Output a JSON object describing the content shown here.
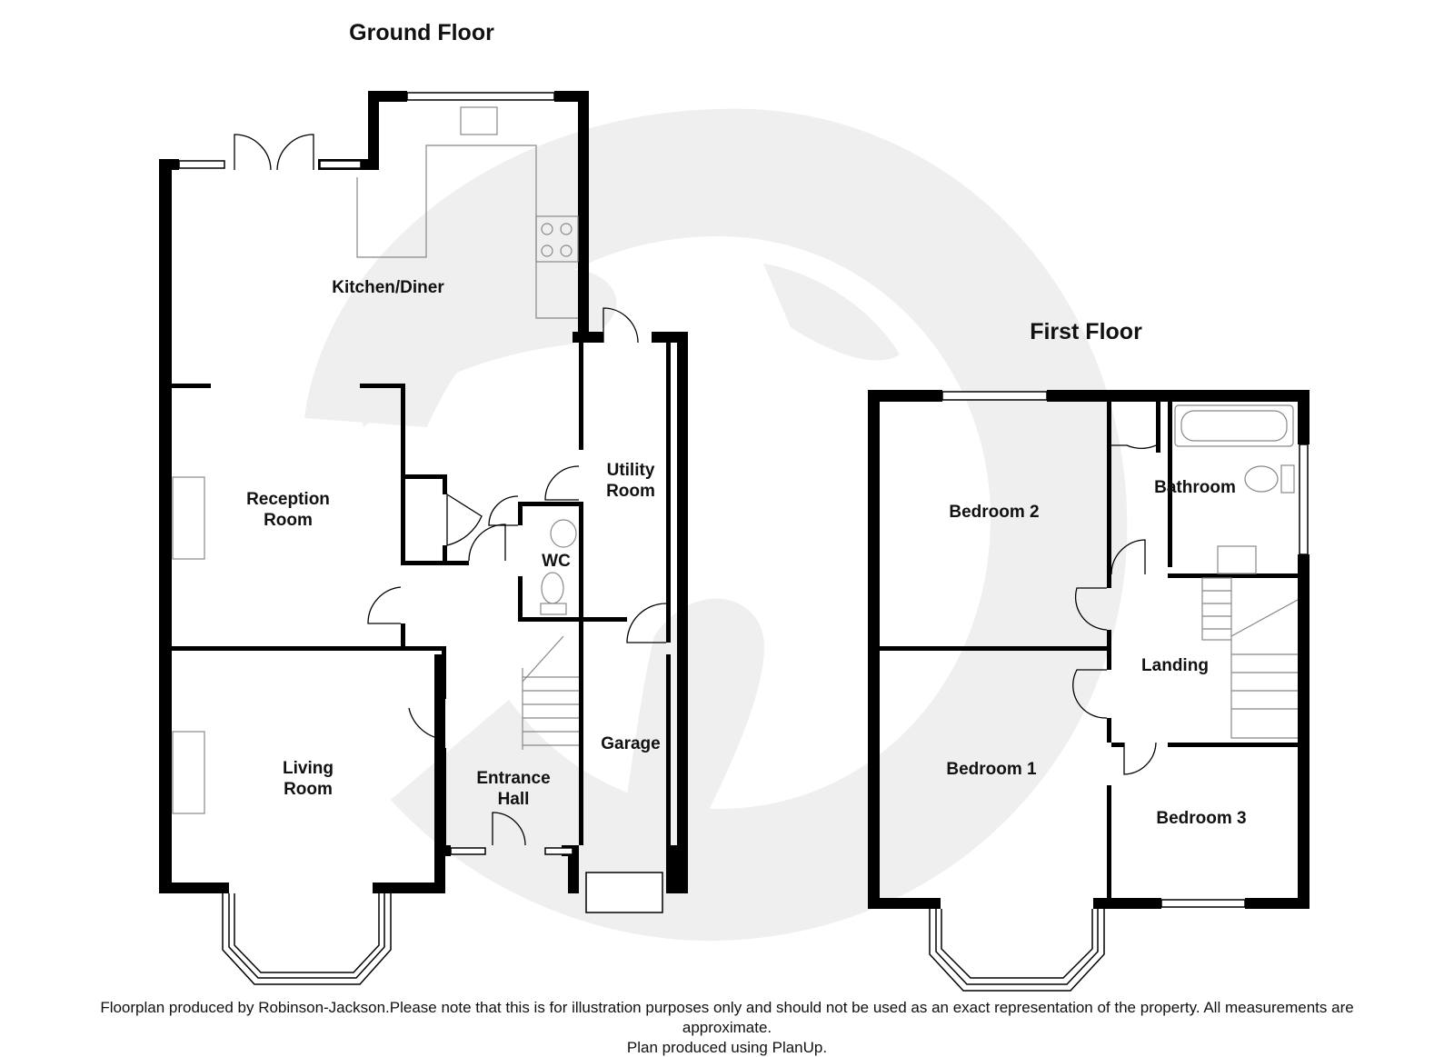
{
  "floors": {
    "ground": {
      "title": "Ground Floor",
      "rooms": {
        "kitchen_diner": "Kitchen/Diner",
        "reception_room": [
          "Reception",
          "Room"
        ],
        "living_room": [
          "Living",
          "Room"
        ],
        "utility_room": [
          "Utility",
          "Room"
        ],
        "wc": "WC",
        "garage": "Garage",
        "entrance_hall": [
          "Entrance",
          "Hall"
        ]
      }
    },
    "first": {
      "title": "First Floor",
      "rooms": {
        "bedroom_2": "Bedroom 2",
        "bathroom": "Bathroom",
        "landing": "Landing",
        "bedroom_1": "Bedroom 1",
        "bedroom_3": "Bedroom 3"
      }
    }
  },
  "footer": {
    "line1": "Floorplan produced by Robinson-Jackson.Please note that this is for illustration purposes only and should not be used as an exact representation of the property. All measurements are",
    "line2": "approximate.",
    "line3": "Plan produced using PlanUp."
  },
  "colors": {
    "wall": "#000000",
    "watermark": "#efefef",
    "fixture": "#9a9a9a"
  }
}
